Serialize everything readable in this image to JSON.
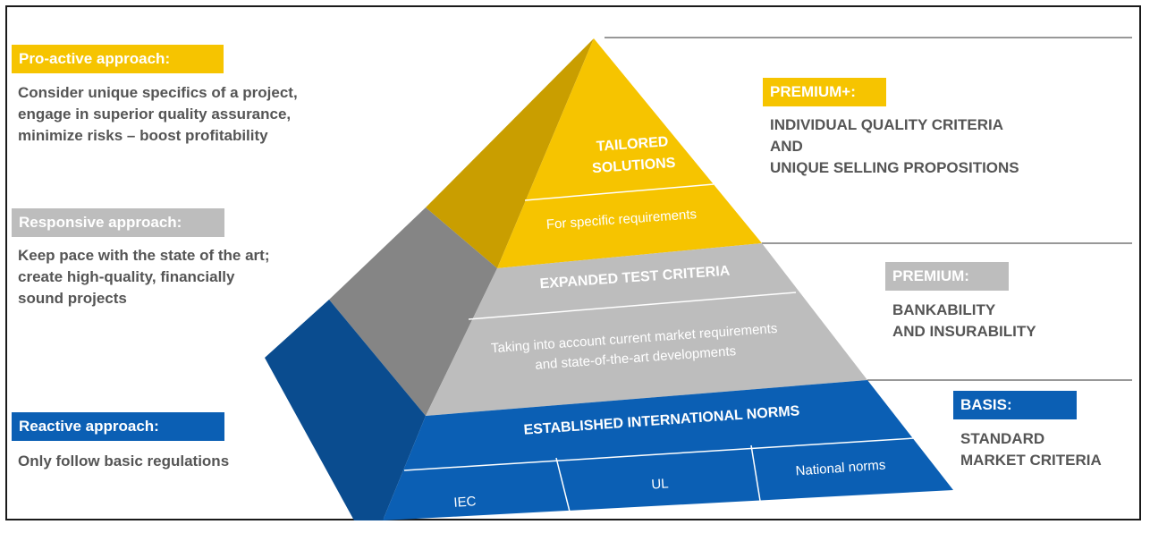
{
  "colors": {
    "yellow": "#f6c400",
    "yellow_dark": "#c99e00",
    "gray": "#bdbdbd",
    "gray_dark": "#858585",
    "blue": "#0b5fb4",
    "blue_dark": "#0a4c8f",
    "text": "#555555",
    "rule": "#777777"
  },
  "left": {
    "proactive": {
      "label": "Pro-active approach:",
      "text": "Consider unique specifics of a project,\nengage in superior quality assurance,\nminimize risks – boost profitability"
    },
    "responsive": {
      "label": "Responsive approach:",
      "text": "Keep pace with the state of the art;\ncreate high-quality, financially\nsound projects"
    },
    "reactive": {
      "label": "Reactive approach:",
      "text": "Only follow basic regulations"
    }
  },
  "right": {
    "premium_plus": {
      "label": "PREMIUM+:",
      "text": "INDIVIDUAL QUALITY CRITERIA\nAND\nUNIQUE SELLING PROPOSITIONS"
    },
    "premium": {
      "label": "PREMIUM:",
      "text": "BANKABILITY\nAND INSURABILITY"
    },
    "basis": {
      "label": "BASIS:",
      "text": "STANDARD\nMARKET CRITERIA"
    }
  },
  "pyramid": {
    "tailored": "TAILORED\nSOLUTIONS",
    "specific": "For specific requirements",
    "expanded": "EXPANDED TEST CRITERIA",
    "market": "Taking into account current market requirements\nand state-of-the-art developments",
    "norms": "ESTABLISHED INTERNATIONAL NORMS",
    "cells": [
      "IEC",
      "UL",
      "National norms"
    ]
  }
}
